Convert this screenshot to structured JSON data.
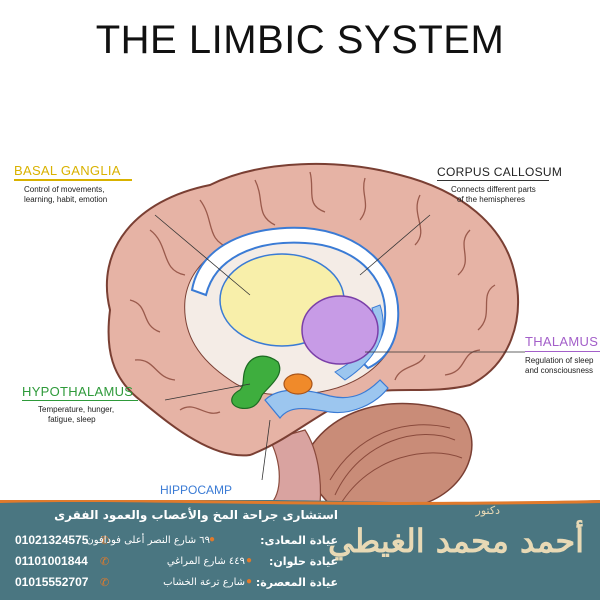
{
  "title": "THE LIMBIC SYSTEM",
  "labels": {
    "basal_ganglia": {
      "heading": "BASAL GANGLIA",
      "line1": "Control of movements,",
      "line2": "learning, habit, emotion"
    },
    "corpus_callosum": {
      "heading": "CORPUS CALLOSUM",
      "line1": "Connects different parts",
      "line2": "of the hemispheres"
    },
    "thalamus": {
      "heading": "THALAMUS",
      "line1": "Regulation of sleep",
      "line2": "and consciousness"
    },
    "hypothalamus": {
      "heading": "HYPOTHALAMUS",
      "line1": "Temperature, hunger,",
      "line2": "fatigue, sleep"
    },
    "hippocampus_partial": "HIPPOCAMP"
  },
  "colors": {
    "basal_ganglia": "#d9b200",
    "thalamus": "#a35fc9",
    "hypothalamus": "#2e9a3a",
    "banner": "#4a7681",
    "accent": "#e07a2c"
  },
  "banner": {
    "specialty": "استشارى جراحة المخ والأعصاب والعمود الفقرى",
    "doctor_title": "دكتور",
    "doctor_name": "أحمد محمد الغيطي",
    "clinics": [
      {
        "name": "عيادة المعادى:",
        "address": "٦٩ شارع النصر أعلى فودافون",
        "phone": "01021324575"
      },
      {
        "name": "عيادة حلوان:",
        "address": "٤٤٩ شارع المراغي",
        "phone": "01101001844"
      },
      {
        "name": "عيادة المعصرة:",
        "address": "شارع ترعة الخشاب",
        "phone": "01015552707"
      }
    ]
  }
}
